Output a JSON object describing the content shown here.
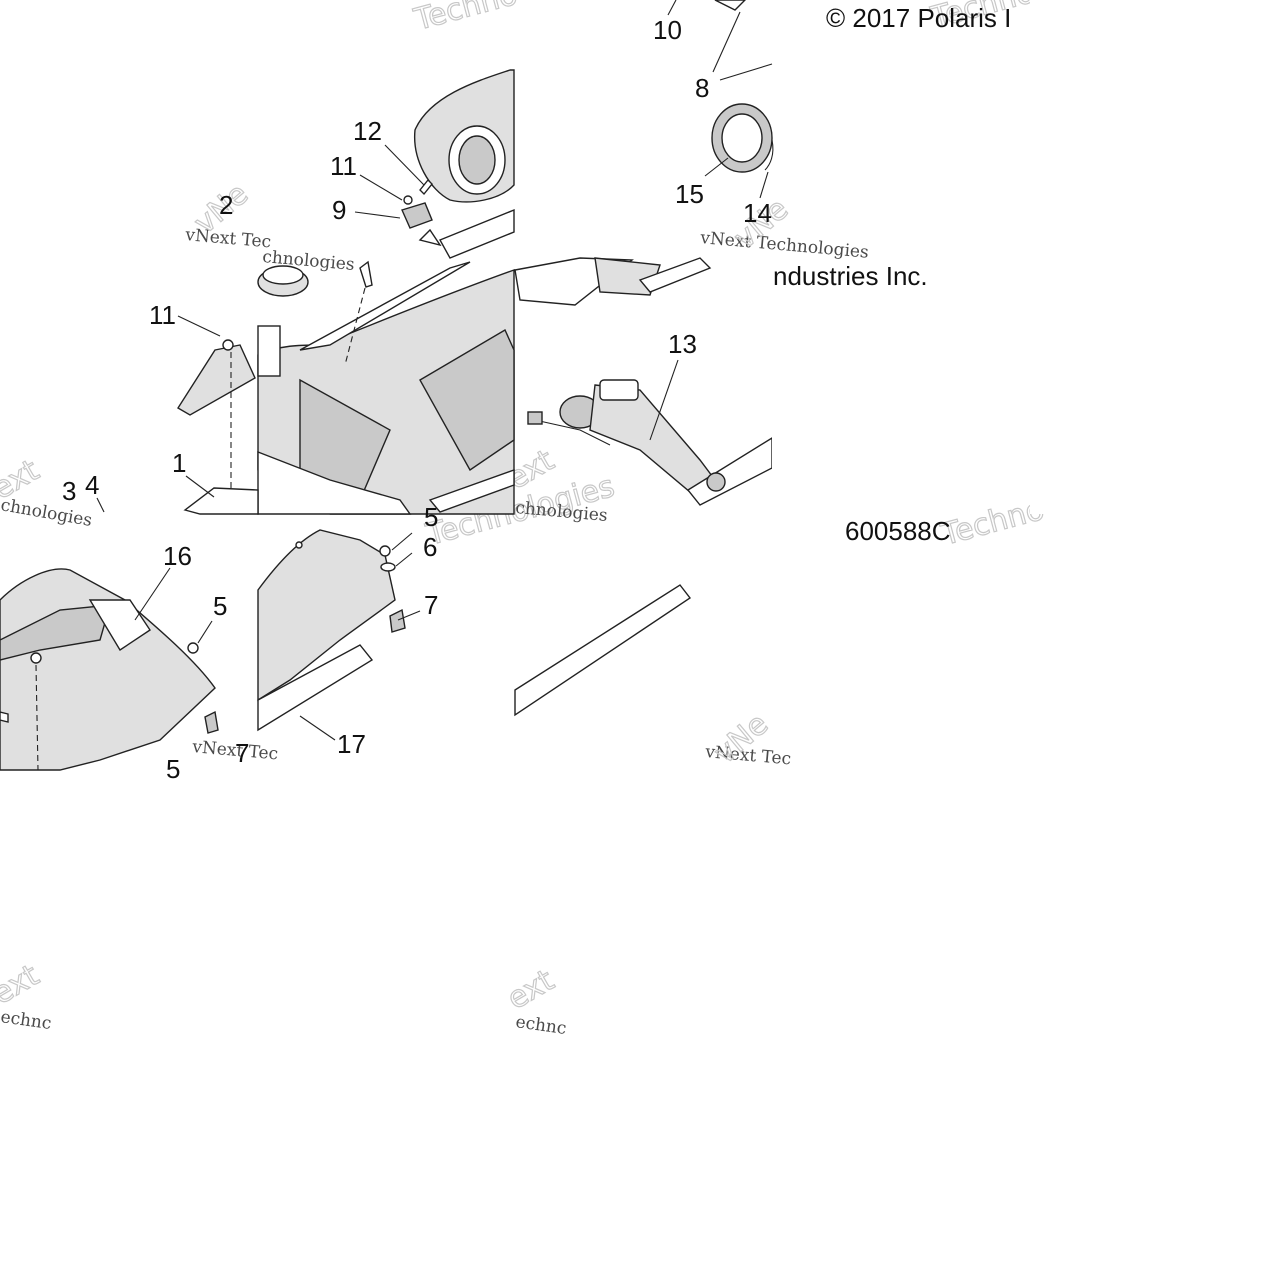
{
  "diagram": {
    "copyright_line1": "© 2017 Polaris I",
    "copyright_line2": "ndustries Inc.",
    "figure_id": "600588C",
    "watermarks": {
      "vnext": "vNext Tec",
      "vnext_full": "vNext Technologies",
      "technologies": "Technologies",
      "technologies_short": "Techno",
      "vnext_big": "vNe",
      "text": "ext",
      "chnologies": "chnologies",
      "echnc": "echnc"
    },
    "callouts": [
      {
        "id": "c10",
        "label": "10"
      },
      {
        "id": "c8",
        "label": "8"
      },
      {
        "id": "c12",
        "label": "12"
      },
      {
        "id": "c11a",
        "label": "11"
      },
      {
        "id": "c9",
        "label": "9"
      },
      {
        "id": "c2",
        "label": "2"
      },
      {
        "id": "c15",
        "label": "15"
      },
      {
        "id": "c14",
        "label": "14"
      },
      {
        "id": "c11b",
        "label": "11"
      },
      {
        "id": "c13",
        "label": "13"
      },
      {
        "id": "c1",
        "label": "1"
      },
      {
        "id": "c3",
        "label": "3"
      },
      {
        "id": "c4",
        "label": "4"
      },
      {
        "id": "c5a",
        "label": "5"
      },
      {
        "id": "c6",
        "label": "6"
      },
      {
        "id": "c16",
        "label": "16"
      },
      {
        "id": "c5b",
        "label": "5"
      },
      {
        "id": "c7a",
        "label": "7"
      },
      {
        "id": "c17",
        "label": "17"
      },
      {
        "id": "c7b",
        "label": "7"
      },
      {
        "id": "c5c",
        "label": "5"
      }
    ]
  }
}
